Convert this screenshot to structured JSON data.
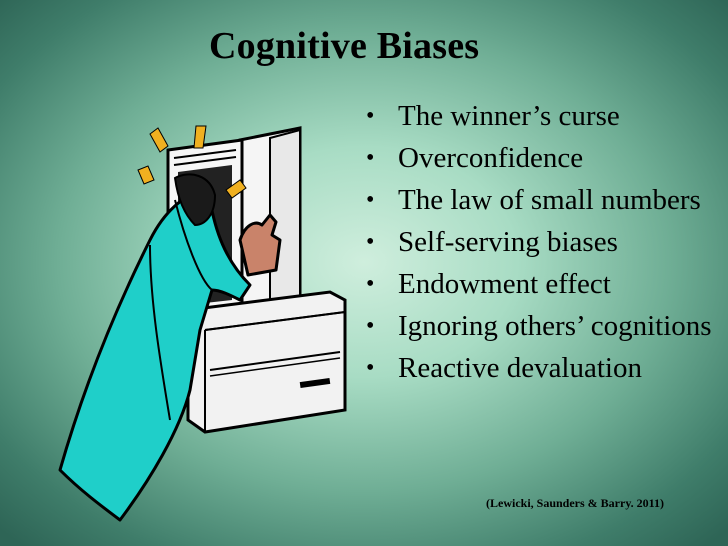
{
  "slide": {
    "title": "Cognitive Biases",
    "bullets": [
      "The winner’s curse",
      "Overconfidence",
      "The law of small numbers",
      "Self-serving biases",
      "Endowment effect",
      "Ignoring others’ cognitions",
      "Reactive devaluation"
    ],
    "citation": "(Lewicki, Saunders & Barry. 2011)",
    "bullet_glyph": "•",
    "clipart": "person-peering-into-computer-icon"
  }
}
